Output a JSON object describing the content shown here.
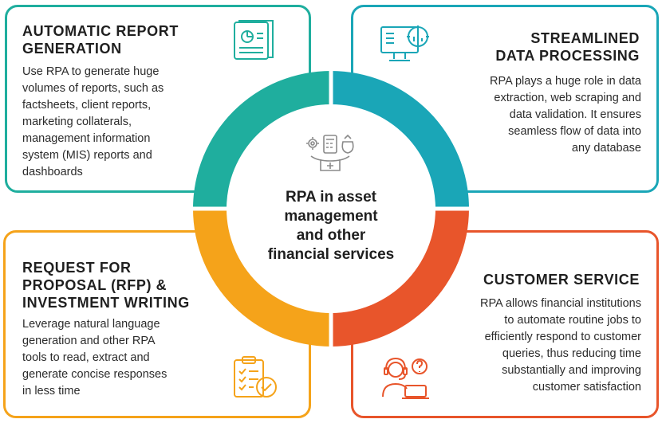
{
  "center": {
    "lines": [
      "RPA in asset",
      "management",
      "and other",
      "financial services"
    ]
  },
  "sections": {
    "top_left": {
      "title_lines": [
        "AUTOMATIC REPORT",
        "GENERATION"
      ],
      "body_lines": [
        "Use RPA to generate huge",
        "volumes of reports, such as",
        "factsheets, client reports,",
        "marketing collaterals,",
        "management information",
        "system (MIS) reports and",
        "dashboards"
      ],
      "icon": "report-document-icon"
    },
    "top_right": {
      "title_lines": [
        "STREAMLINED",
        "DATA PROCESSING"
      ],
      "body_lines": [
        "RPA plays a huge role in data",
        "extraction, web scraping and",
        "data validation. It ensures",
        "seamless flow of data into",
        "any database"
      ],
      "icon": "data-monitor-icon"
    },
    "bottom_left": {
      "title_lines": [
        "REQUEST FOR",
        "PROPOSAL (RFP) &",
        "INVESTMENT WRITING"
      ],
      "body_lines": [
        "Leverage natural language",
        "generation and other RPA",
        "tools to read, extract and",
        "generate concise responses",
        "in less time"
      ],
      "icon": "checklist-clipboard-icon"
    },
    "bottom_right": {
      "title_lines": [
        "CUSTOMER SERVICE"
      ],
      "body_lines": [
        "RPA allows financial institutions",
        "to automate routine jobs to",
        "efficiently respond to customer",
        "queries, thus reducing time",
        "substantially and improving",
        "customer satisfaction"
      ],
      "icon": "support-agent-icon"
    }
  },
  "colors": {
    "teal": "#1fae9e",
    "blue": "#1aa6b7",
    "orange": "#f5a31a",
    "red": "#e8552b"
  }
}
